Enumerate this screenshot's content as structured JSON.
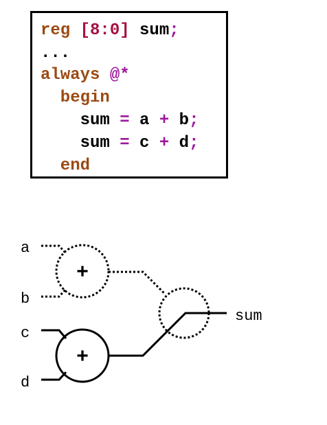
{
  "code": {
    "lines": [
      [
        {
          "t": "reg ",
          "c": "kw"
        },
        {
          "t": "[8:0]",
          "c": "num"
        },
        {
          "t": " sum",
          "c": "id"
        },
        {
          "t": ";",
          "c": "op"
        }
      ],
      [
        {
          "t": "...",
          "c": "id"
        }
      ],
      [
        {
          "t": "always ",
          "c": "kw"
        },
        {
          "t": "@*",
          "c": "op"
        }
      ],
      [
        {
          "t": "  begin",
          "c": "kw"
        }
      ],
      [
        {
          "t": "    sum ",
          "c": "id"
        },
        {
          "t": "=",
          "c": "op"
        },
        {
          "t": " a ",
          "c": "id"
        },
        {
          "t": "+",
          "c": "op"
        },
        {
          "t": " b",
          "c": "id"
        },
        {
          "t": ";",
          "c": "op"
        }
      ],
      [
        {
          "t": "    sum ",
          "c": "id"
        },
        {
          "t": "=",
          "c": "op"
        },
        {
          "t": " c ",
          "c": "id"
        },
        {
          "t": "+",
          "c": "op"
        },
        {
          "t": " d",
          "c": "id"
        },
        {
          "t": ";",
          "c": "op"
        }
      ],
      [
        {
          "t": "  end",
          "c": "kw"
        }
      ]
    ]
  },
  "diagram": {
    "inputs": {
      "a": "a",
      "b": "b",
      "c": "c",
      "d": "d"
    },
    "output": "sum",
    "adder_symbol": "+"
  },
  "colors": {
    "keyword": "#9b4a12",
    "number": "#a4103f",
    "operator": "#9c169c",
    "identifier": "#000000"
  }
}
